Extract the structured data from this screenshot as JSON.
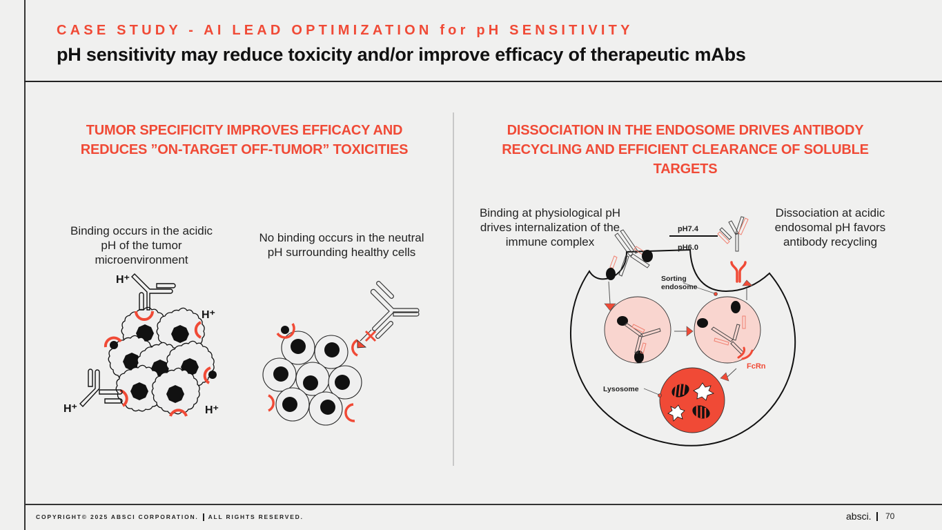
{
  "header": {
    "eyebrow": "CASE STUDY - AI LEAD OPTIMIZATION for pH SENSITIVITY",
    "title": "pH sensitivity may reduce toxicity and/or improve efficacy of therapeutic mAbs"
  },
  "left_panel": {
    "heading": "TUMOR SPECIFICITY IMPROVES EFFICACY AND REDUCES ”ON-TARGET OFF-TUMOR” TOXICITIES",
    "tumor_caption": "Binding occurs in the acidic pH of the tumor microenvironment",
    "healthy_caption": "No binding occurs in the neutral pH surrounding healthy cells",
    "proton_label": "H⁺"
  },
  "right_panel": {
    "heading": "DISSOCIATION IN THE ENDOSOME DRIVES ANTIBODY RECYCLING AND EFFICIENT CLEARANCE OF SOLUBLE TARGETS",
    "binding_caption": "Binding at physiological pH drives internalization of the immune complex",
    "dissociation_caption": "Dissociation at acidic endosomal pH favors antibody recycling",
    "labels": {
      "ph_outside": "pH7.4",
      "ph_inside": "pH6.0",
      "sorting_endosome_1": "Sorting",
      "sorting_endosome_2": "endosome",
      "lysosome": "Lysosome",
      "fcrn": "FcRn"
    }
  },
  "footer": {
    "copyright_left": "COPYRIGHT© 2025 ABSCI CORPORATION.",
    "copyright_right": "ALL RIGHTS RESERVED.",
    "brand": "absci.",
    "page_number": "70"
  },
  "colors": {
    "accent": "#f04a36",
    "background": "#f0f0ef",
    "endosome_fill": "#f9d5cf",
    "lysosome_fill": "#f04a36",
    "text": "#111111"
  }
}
